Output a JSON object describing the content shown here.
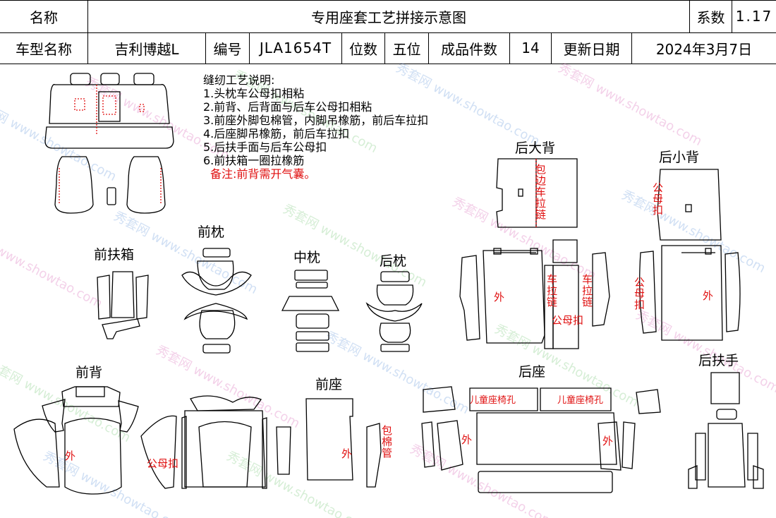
{
  "header": {
    "name_label": "名称",
    "doc_title": "专用座套工艺拼接示意图",
    "coef_label": "系数",
    "coef_value": "1.17",
    "model_label": "车型名称",
    "model_value": "吉利博越L",
    "code_label": "编号",
    "code_value": "JLA1654T",
    "seats_label": "位数",
    "seats_value": "五位",
    "pieces_label": "成品件数",
    "pieces_value": "14",
    "date_label": "更新日期",
    "date_value": "2024年3月7日"
  },
  "notes": {
    "title": "缝纫工艺说明:",
    "items": [
      "1.头枕车公母扣相粘",
      "2.前背、后背面与后车公母扣相粘",
      "3.前座外脚包棉管，内脚吊橡筋，前后车拉扣",
      "4.后座脚吊橡筋，前后车拉扣",
      "5.后扶手面与后车公母扣",
      "6.前扶箱一圈拉橡筋"
    ],
    "remark": "备注:前背需开气囊。"
  },
  "sections": {
    "front_armrest_box": "前扶箱",
    "front_headrest": "前枕",
    "mid_headrest": "中枕",
    "rear_headrest": "后枕",
    "rear_big_back": "后大背",
    "rear_small_back": "后小背",
    "front_back": "前背",
    "front_seat": "前座",
    "rear_seat": "后座",
    "rear_armrest": "后扶手"
  },
  "red_labels": {
    "bao_bian_che_la_lian": "包边车拉链",
    "gong_mu_kou": "公母扣",
    "che_la_lian": "车拉链",
    "gong_mu_kou_h": "公母扣",
    "wai": "外",
    "bao_mian_guan": "包棉管",
    "child_seat_hole": "儿童座椅孔",
    "gong_mu_kou_front_back": "公母扣"
  },
  "watermark": "秀套网 www.showtao.com"
}
